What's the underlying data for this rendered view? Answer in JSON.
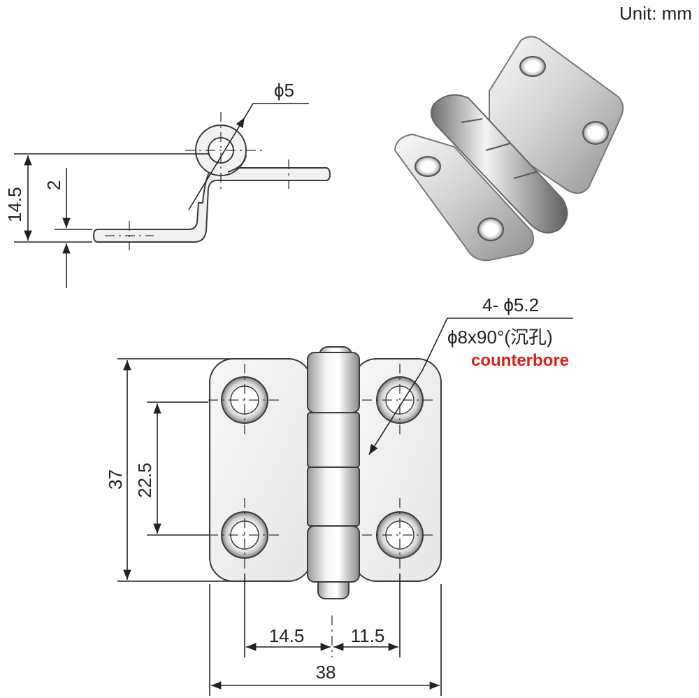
{
  "unit_label": "Unit: mm",
  "side_view": {
    "diameter_label": "ϕ5",
    "height_label": "14.5",
    "thickness_label": "2"
  },
  "front_view": {
    "hole_label": "4- ϕ5.2",
    "countersink_label": "ϕ8x90°(沉孔)",
    "counterbore_label": "counterbore",
    "height_label": "37",
    "hole_spacing_label": "22.5",
    "left_offset_label": "14.5",
    "right_offset_label": "11.5",
    "width_label": "38"
  },
  "colors": {
    "accent_red": "#d8221c",
    "metal_light": "#f2f2f2",
    "metal_dark": "#8c8c8c"
  }
}
